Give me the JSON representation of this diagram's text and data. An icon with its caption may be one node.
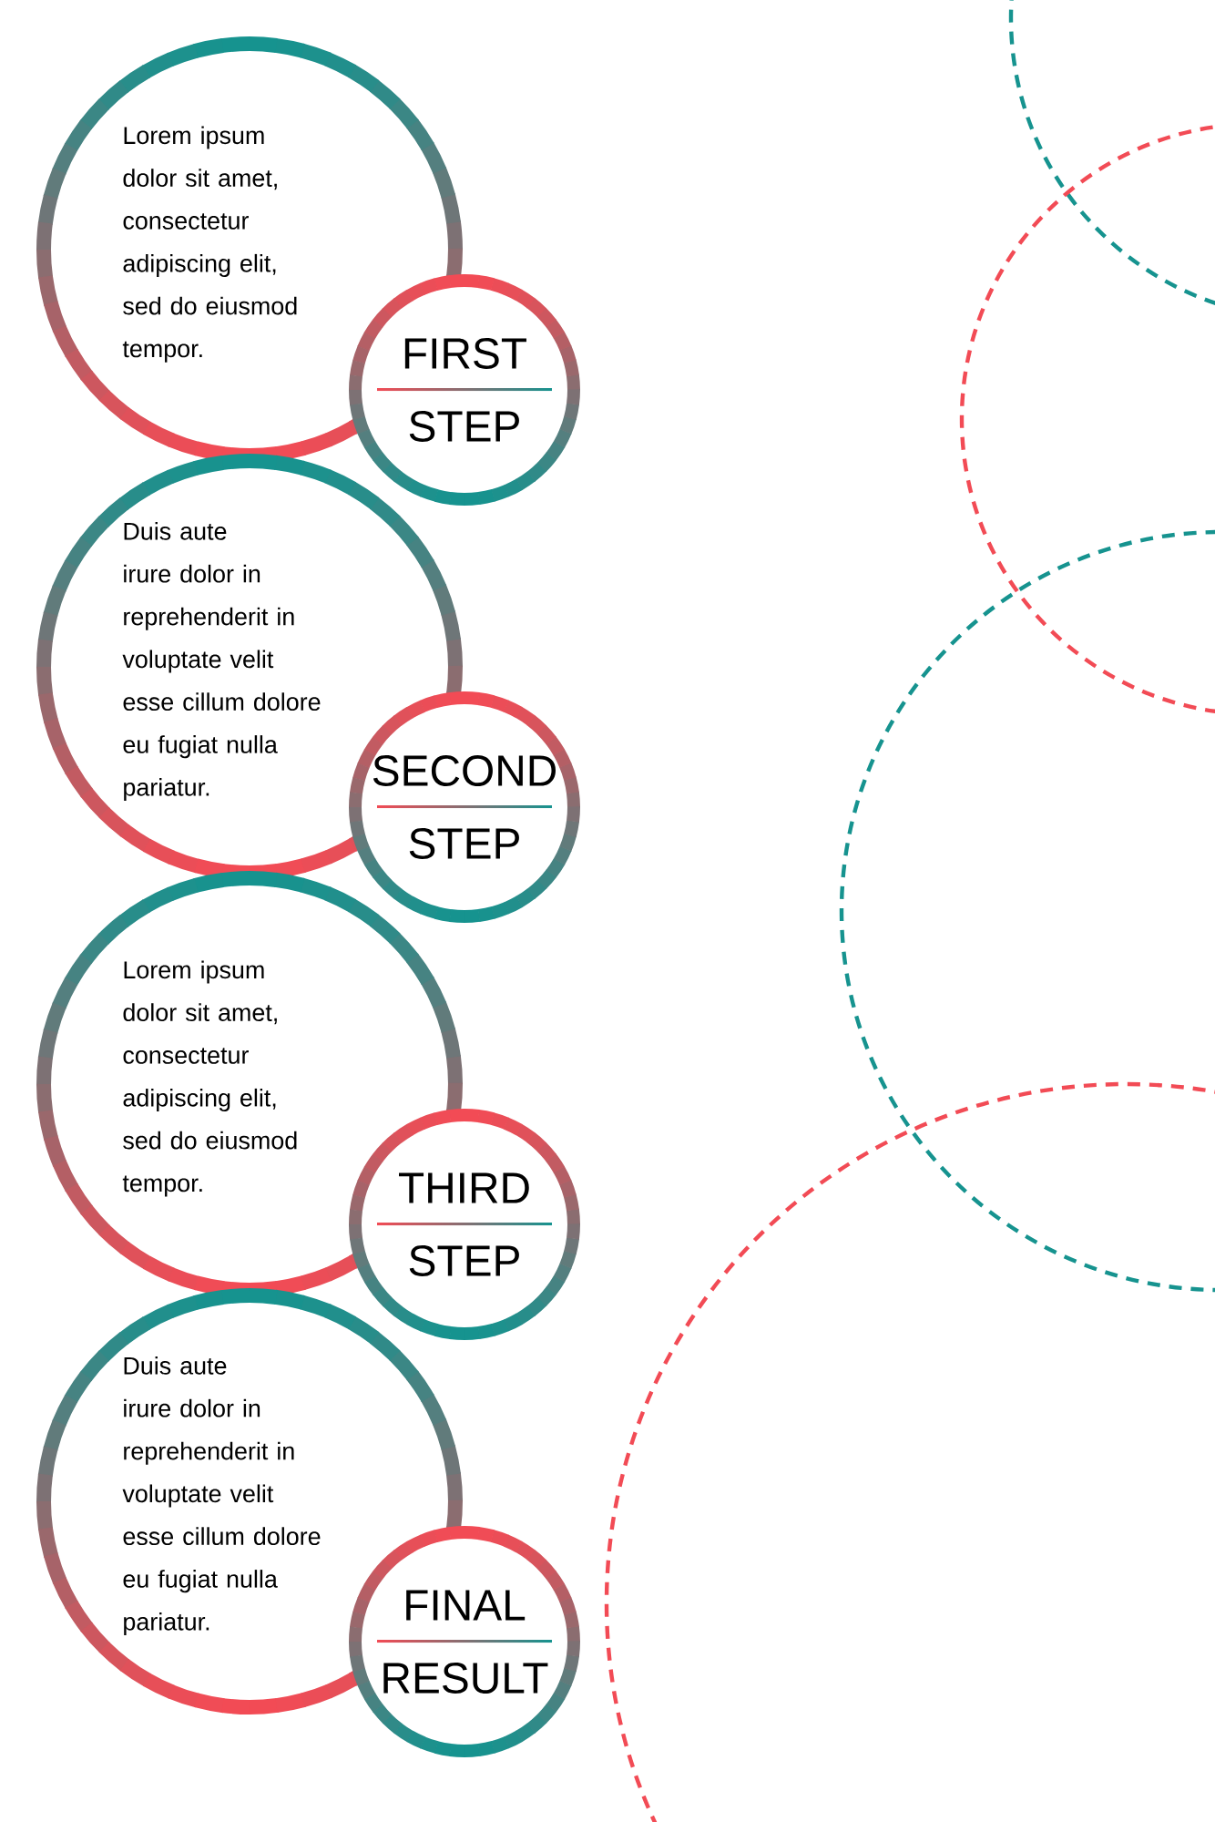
{
  "diagram": {
    "nodes": [
      {
        "text": [
          "Lorem ipsum dolor sit amet, consectetur adipiscing elit, sed do eiusmod tempor."
        ]
      },
      {
        "text": [
          "FIRST",
          "STEP"
        ]
      },
      {
        "text": [
          "Duis aute irure dolor in reprehenderit in voluptate velit esse cillum dolore eu fugiat nulla pariatur."
        ]
      },
      {
        "text": [
          "SECOND",
          "STEP"
        ]
      },
      {
        "text": [
          "Lorem ipsum dolor sit amet, consectetur adipiscing elit, sed do eiusmod tempor."
        ]
      },
      {
        "text": [
          "THIRD",
          "STEP"
        ]
      },
      {
        "text": [
          "Duis aute irure dolor in reprehenderit in voluptate velit esse cillum dolore eu fugiat nulla pariatur."
        ]
      },
      {
        "text": [
          "FINAL",
          "RESULT"
        ]
      }
    ]
  }
}
